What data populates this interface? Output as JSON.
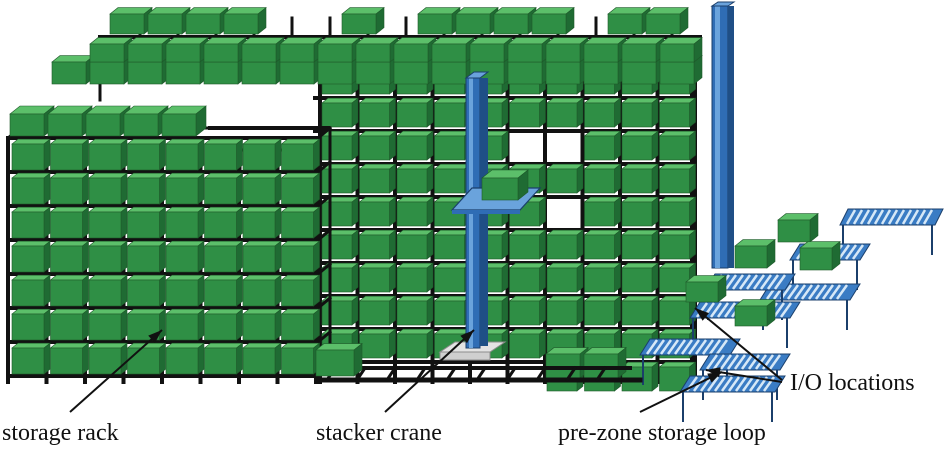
{
  "labels": {
    "storage_rack": "storage rack",
    "stacker_crane": "stacker crane",
    "pre_zone_storage_loop": "pre-zone storage loop",
    "io_locations": "I/O locations"
  },
  "colors": {
    "box_front": "#2f8f45",
    "box_top": "#5cbf6a",
    "box_side": "#1f6b33",
    "rack_frame": "#111111",
    "crane_blue": "#2f6db5",
    "crane_light": "#6aa3dc",
    "conveyor_blue": "#3a7cc4",
    "conveyor_stripe": "#d6e8f7",
    "crane_base": "#cfcfcf"
  },
  "icons": {
    "box": "green-box-icon",
    "crane": "stacker-crane-icon",
    "conveyor": "roller-conveyor-icon"
  }
}
